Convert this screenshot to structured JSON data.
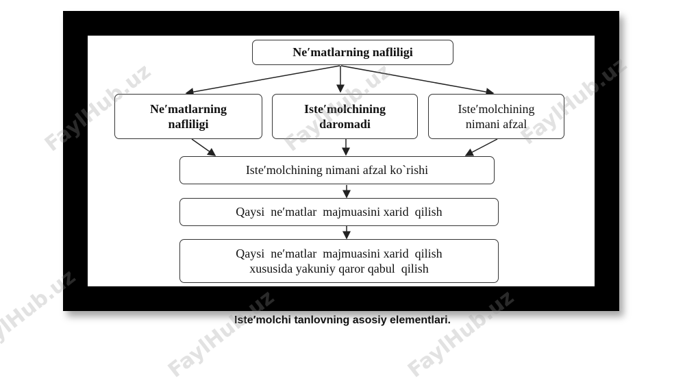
{
  "diagram": {
    "top_box": "Ne′matlarning nafliligi",
    "row2": [
      {
        "line1": "Ne′matlarning",
        "line2": "nafliligi"
      },
      {
        "line1": "Iste′molchining",
        "line2": "daromadi"
      },
      {
        "line1": "Iste′molchining",
        "line2": "nimani afzal"
      }
    ],
    "preference_box": "Iste′molchining nimani afzal ko`rishi",
    "purchase_box": "Qaysi  ne′matlar  majmuasini xarid  qilish",
    "decision_box": {
      "line1": "Qaysi  ne′matlar  majmuasini xarid  qilish",
      "line2": "xususida yakuniy qaror qabul  qilish"
    }
  },
  "caption": "Iste′molchi tanlovning asosiy elementlari.",
  "watermark": "FaylHub.uz"
}
